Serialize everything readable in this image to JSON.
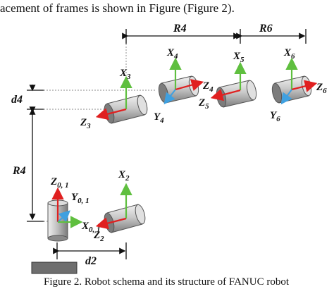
{
  "text": {
    "top_line": "acement of frames is shown in Figure (Figure 2).",
    "bottom_line": "Figure 2. Robot schema and its structure of FANUC robot"
  },
  "dimensions": {
    "r4_top": "R4",
    "r6": "R6",
    "d4": "d4",
    "r4_left": "R4",
    "d2": "d2"
  },
  "frames": {
    "f01": {
      "z": "Z",
      "z_sub": "0, 1",
      "y": "Y",
      "y_sub": "0, 1",
      "x": "X",
      "x_sub": "0, 1"
    },
    "f2": {
      "x": "X",
      "x_sub": "2",
      "z": "Z",
      "z_sub": "2"
    },
    "f3": {
      "x": "X",
      "x_sub": "3",
      "z": "Z",
      "z_sub": "3"
    },
    "f4": {
      "x": "X",
      "x_sub": "4",
      "z": "Z",
      "z_sub": "4",
      "y": "Y",
      "y_sub": "4"
    },
    "f5": {
      "x": "X",
      "x_sub": "5",
      "z": "Z",
      "z_sub": "5"
    },
    "f6": {
      "x": "X",
      "x_sub": "6",
      "z": "Z",
      "z_sub": "6",
      "y": "Y",
      "y_sub": "6"
    }
  },
  "colors": {
    "x_axis": "#5fbf3f",
    "y_axis": "#3fa0e0",
    "z_axis": "#e02020",
    "cylinder_light": "#e6e6e6",
    "cylinder_dark": "#8f8f8f"
  }
}
